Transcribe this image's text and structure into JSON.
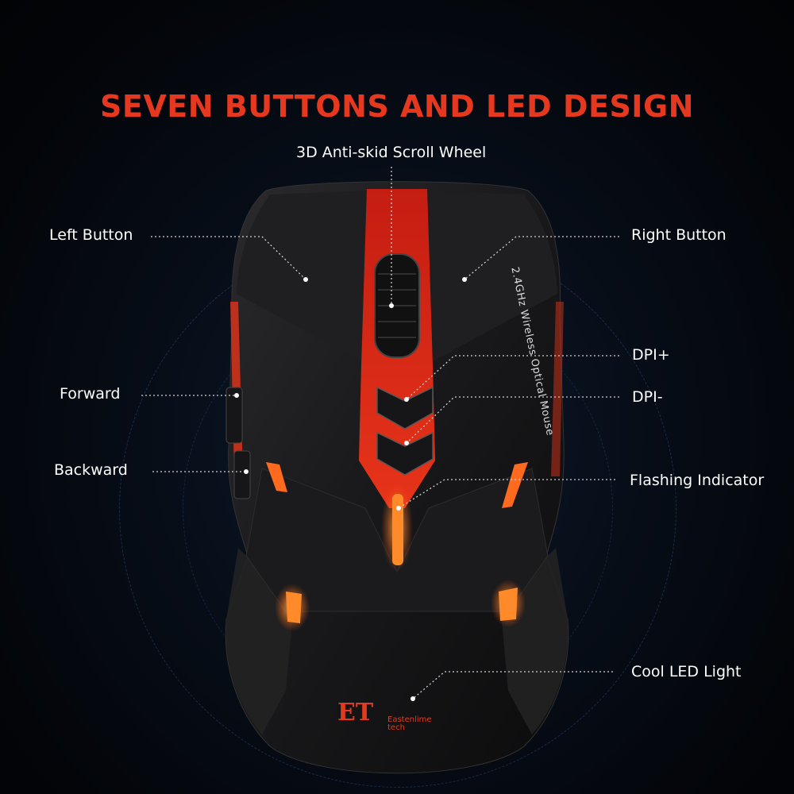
{
  "title": "SEVEN BUTTONS AND LED DESIGN",
  "labels": {
    "scroll_wheel": "3D Anti-skid Scroll Wheel",
    "left_button": "Left Button",
    "right_button": "Right Button",
    "dpi_plus": "DPI+",
    "dpi_minus": "DPI-",
    "forward": "Forward",
    "backward": "Backward",
    "flashing_indicator": "Flashing Indicator",
    "cool_led_light": "Cool LED Light"
  },
  "mouse_text": {
    "side_print": "2.4GHz Wireless Optical Mouse",
    "brand_logo": "ET",
    "brand_sub": "Eastenlime tech"
  },
  "colors": {
    "title": "#e5381f",
    "accent_red": "#e0321a",
    "led_orange": "#ff8a2a",
    "mouse_body": "#1c1c1e",
    "background": "#050a12"
  }
}
